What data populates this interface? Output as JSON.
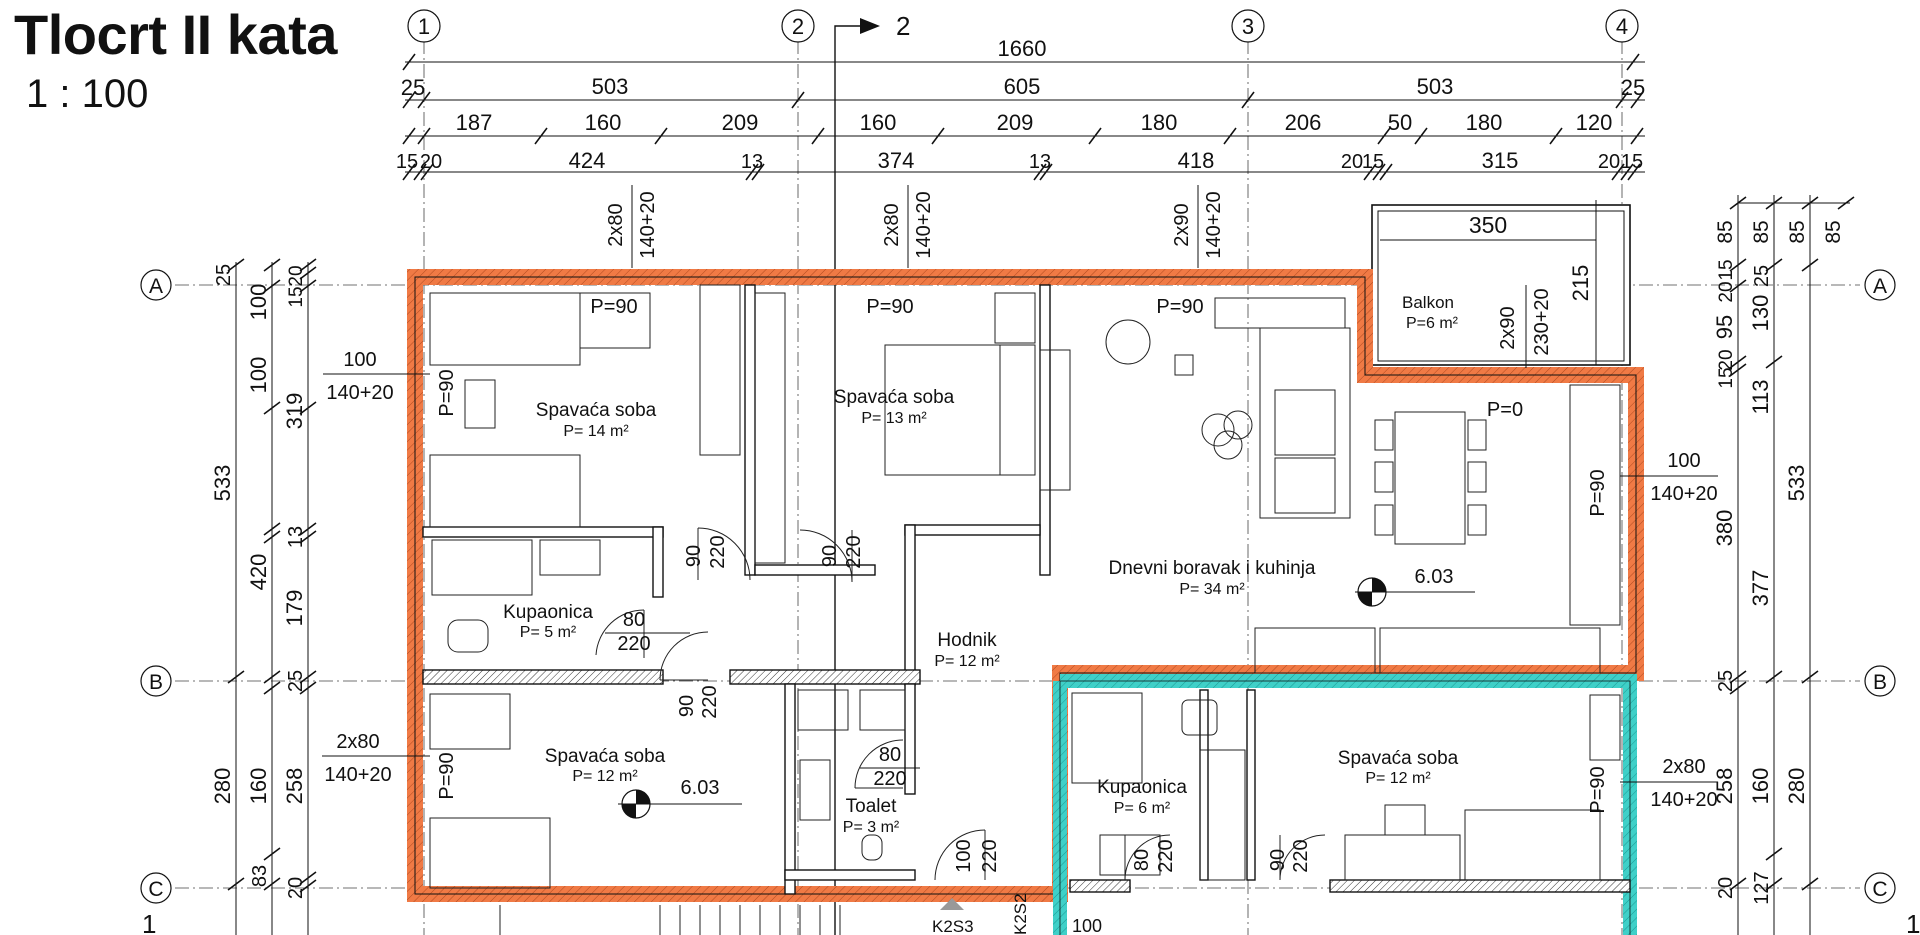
{
  "title": "Tlocrt II kata",
  "scale": "1 : 100",
  "section_mark": "2",
  "axes_top": [
    "1",
    "2",
    "3",
    "4"
  ],
  "axes_side": [
    "A",
    "B",
    "C"
  ],
  "dims": {
    "total": "1660",
    "row1": [
      "25",
      "503",
      "605",
      "503",
      "25"
    ],
    "row2": [
      "187",
      "160",
      "209",
      "160",
      "209",
      "180",
      "206",
      "50",
      "180",
      "120"
    ],
    "row3": [
      "15",
      "20",
      "424",
      "13",
      "374",
      "13",
      "418",
      "20",
      "15",
      "315",
      "20",
      "15"
    ],
    "left_outer": [
      "533",
      "420",
      "280"
    ],
    "left_mid": [
      "25",
      "100",
      "100",
      "13",
      "179",
      "25",
      "160",
      "83"
    ],
    "left_inner": [
      "20",
      "15",
      "319",
      "258",
      "20"
    ],
    "right_outer": [
      "85",
      "85",
      "85",
      "85",
      "533",
      "280"
    ],
    "right_mid": [
      "15",
      "25",
      "130",
      "113",
      "377",
      "25",
      "160",
      "127"
    ],
    "right_inner": [
      "20",
      "20",
      "95",
      "20",
      "15",
      "380",
      "258",
      "20"
    ],
    "balcony_width": "350",
    "balcony_height": "215"
  },
  "windows": [
    {
      "a": "2x80",
      "b": "140+20"
    },
    {
      "a": "2x80",
      "b": "140+20"
    },
    {
      "a": "2x90",
      "b": "140+20"
    },
    {
      "a": "2x90",
      "b": "230+20"
    },
    {
      "a": "100",
      "b": "140+20"
    },
    {
      "a": "100",
      "b": "140+20"
    },
    {
      "a": "2x80",
      "b": "140+20"
    },
    {
      "a": "2x80",
      "b": "140+20"
    }
  ],
  "sills": [
    "P=90",
    "P=90",
    "P=90",
    "P=90",
    "P=0",
    "P=90",
    "P=90",
    "P=90"
  ],
  "rooms": [
    {
      "name": "Spavaća soba",
      "area": "P= 14 m²"
    },
    {
      "name": "Spavaća soba",
      "area": "P= 13 m²"
    },
    {
      "name": "Balkon",
      "area": "P=6 m²"
    },
    {
      "name": "Dnevni boravak i kuhinja",
      "area": "P= 34 m²"
    },
    {
      "name": "Kupaonica",
      "area": "P= 5 m²"
    },
    {
      "name": "Hodnik",
      "area": "P= 12 m²"
    },
    {
      "name": "Spavaća soba",
      "area": "P= 12 m²"
    },
    {
      "name": "Toalet",
      "area": "P= 3 m²"
    },
    {
      "name": "Kupaonica",
      "area": "P= 6 m²"
    },
    {
      "name": "Spavaća soba",
      "area": "P= 12 m²"
    }
  ],
  "doors": [
    {
      "w": "90",
      "h": "220"
    },
    {
      "w": "90",
      "h": "220"
    },
    {
      "w": "80",
      "h": "220"
    },
    {
      "w": "90",
      "h": "220"
    },
    {
      "w": "80",
      "h": "220"
    },
    {
      "w": "100",
      "h": "220"
    },
    {
      "w": "80",
      "h": "220"
    },
    {
      "w": "90",
      "h": "220"
    }
  ],
  "level_marks": [
    "6.03",
    "6.03"
  ],
  "stair_labels": [
    "K2S3",
    "K2S2",
    "100"
  ],
  "edge_labels": [
    "1",
    "1"
  ],
  "colors": {
    "wall_orange": "#F07A45",
    "wall_cyan": "#3FD0C8",
    "line": "#111111"
  }
}
